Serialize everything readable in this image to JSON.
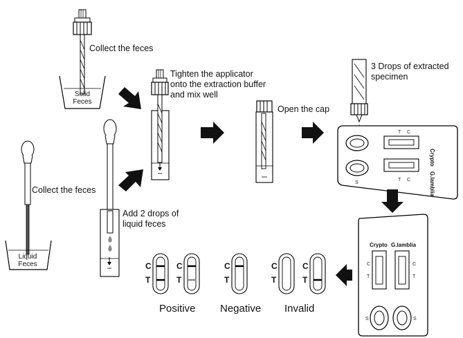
{
  "steps": {
    "collect_solid": "Collect the feces",
    "collect_liquid": "Collect the feces",
    "tighten_line1": "Tighten the applicator",
    "tighten_line2": "onto the extraction buffer",
    "tighten_line3": "and mix well",
    "add_drops_line1": "Add 2 drops of",
    "add_drops_line2": "liquid feces",
    "open_cap": "Open the cap",
    "three_drops_line1": "3 Drops of extracted",
    "three_drops_line2": "specimen"
  },
  "containers": {
    "solid_line1": "Solid",
    "solid_line2": "Feces",
    "liquid_line1": "Liquid",
    "liquid_line2": "Feces"
  },
  "cassette": {
    "label_crypto": "Crypto",
    "label_glamblia": "G.lamblia",
    "line_t": "T",
    "line_c": "C",
    "well_s": "S"
  },
  "results": {
    "positive": "Positive",
    "negative": "Negative",
    "invalid": "Invalid",
    "c_label": "C",
    "t_label": "T"
  }
}
